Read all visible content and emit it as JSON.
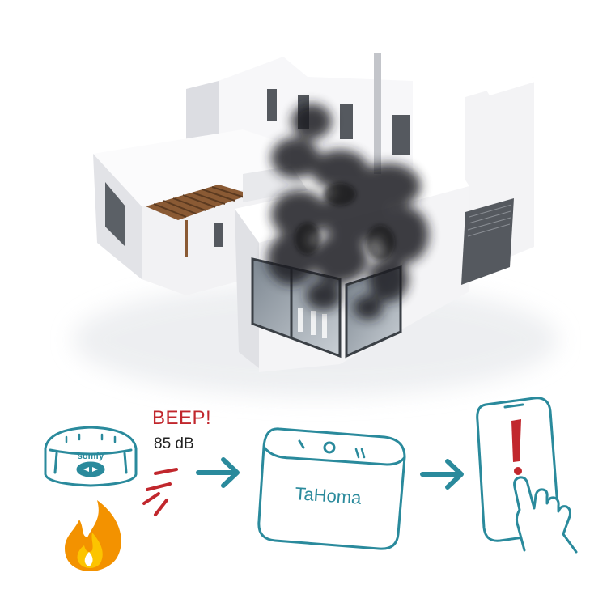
{
  "alarm": {
    "sound_label": "BEEP!",
    "volume_label": "85 dB",
    "brand": "somfy"
  },
  "hub": {
    "label": "TaHoma"
  },
  "colors": {
    "teal": "#2a8a9c",
    "alert_red": "#c1272d",
    "flame_orange": "#f39200",
    "flame_yellow": "#fcc400",
    "smoke": "#2d2d2d",
    "wall": "#f2f2f4"
  },
  "icons": [
    "house-illustration",
    "smoke-cloud",
    "smoke-detector-icon",
    "flame-icon",
    "sound-waves-icon",
    "arrow-right-icon",
    "tahoma-hub-icon",
    "smartphone-alert-icon",
    "pointing-hand-icon"
  ]
}
